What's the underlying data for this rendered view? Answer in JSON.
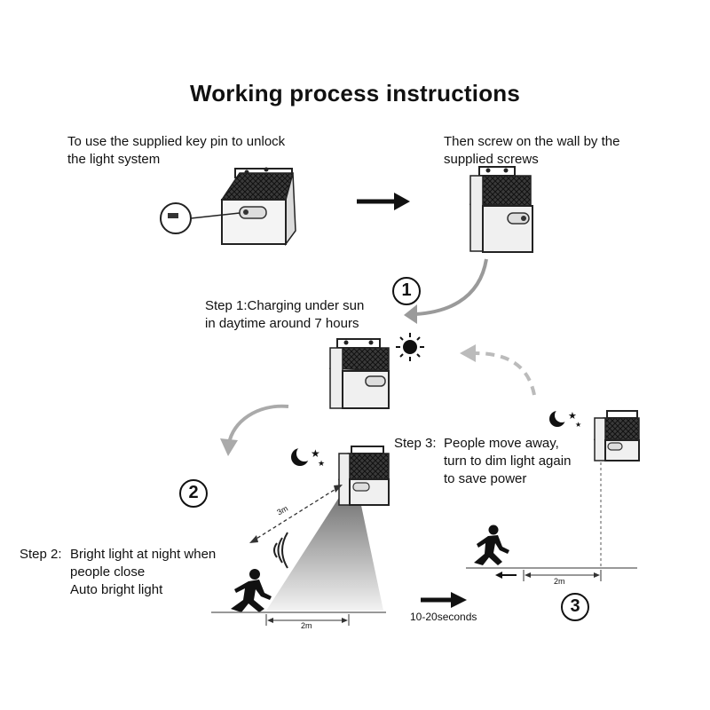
{
  "title": "Working process instructions",
  "instructions": {
    "unlock": "To use the supplied key pin to unlock\nthe light system",
    "screw": "Then screw on the wall by the\nsupplied screws"
  },
  "steps": [
    {
      "number": "1",
      "label": "Step 1:",
      "text": "Charging under sun\nin daytime around 7 hours"
    },
    {
      "number": "2",
      "label": "Step 2:",
      "text": "Bright light at night when\npeople close\nAuto bright light"
    },
    {
      "number": "3",
      "label": "Step 3:",
      "text": "People move away,\nturn to dim light again\nto save power"
    }
  ],
  "labels": {
    "detection_range": "3m",
    "ground_distance_step2": "2m",
    "ground_distance_step3": "2m",
    "timer": "10-20seconds"
  }
}
